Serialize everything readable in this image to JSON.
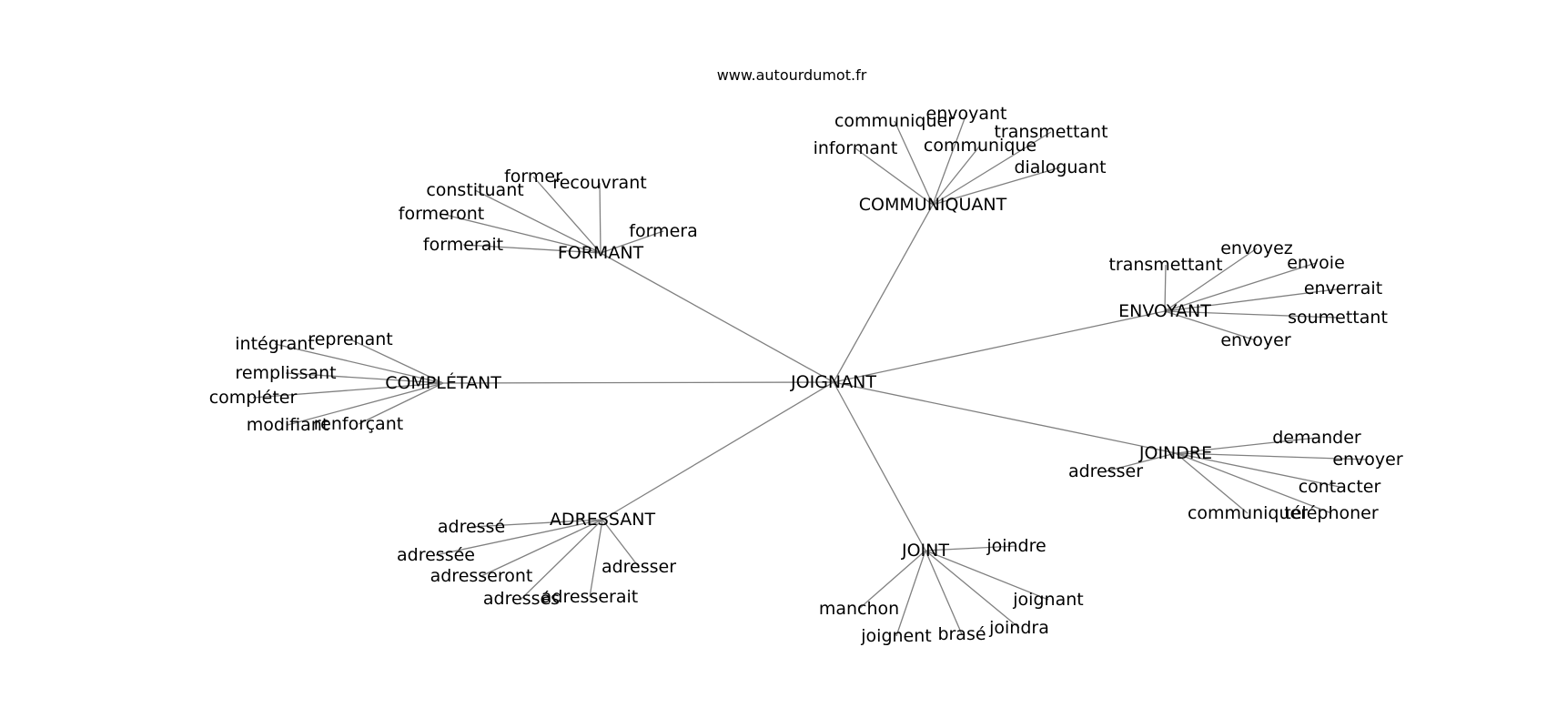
{
  "source": "www.autourdumot.fr",
  "colors": {
    "edge": "#808080",
    "text": "#000000",
    "background": "#ffffff"
  },
  "graph": {
    "center": "JOIGNANT",
    "nodes": [
      {
        "id": "joignant",
        "label": "JOIGNANT"
      },
      {
        "id": "communiquant",
        "label": "COMMUNIQUANT"
      },
      {
        "id": "formant",
        "label": "FORMANT"
      },
      {
        "id": "envoyant",
        "label": "ENVOYANT"
      },
      {
        "id": "completant",
        "label": "COMPLÉTANT"
      },
      {
        "id": "joindre-hub",
        "label": "JOINDRE"
      },
      {
        "id": "adressant",
        "label": "ADRESSANT"
      },
      {
        "id": "joint",
        "label": "JOINT"
      },
      {
        "id": "communiquer",
        "label": "communiquer"
      },
      {
        "id": "envoyant-c",
        "label": "envoyant"
      },
      {
        "id": "transmettant-c",
        "label": "transmettant"
      },
      {
        "id": "informant",
        "label": "informant"
      },
      {
        "id": "communique",
        "label": "communique"
      },
      {
        "id": "dialoguant",
        "label": "dialoguant"
      },
      {
        "id": "former",
        "label": "former"
      },
      {
        "id": "recouvrant",
        "label": "recouvrant"
      },
      {
        "id": "constituant",
        "label": "constituant"
      },
      {
        "id": "formeront",
        "label": "formeront"
      },
      {
        "id": "formera",
        "label": "formera"
      },
      {
        "id": "formerait",
        "label": "formerait"
      },
      {
        "id": "envoyez",
        "label": "envoyez"
      },
      {
        "id": "transmettant-e",
        "label": "transmettant"
      },
      {
        "id": "envoie",
        "label": "envoie"
      },
      {
        "id": "enverrait",
        "label": "enverrait"
      },
      {
        "id": "soumettant",
        "label": "soumettant"
      },
      {
        "id": "envoyer-e",
        "label": "envoyer"
      },
      {
        "id": "integrant",
        "label": "intégrant"
      },
      {
        "id": "reprenant",
        "label": "reprenant"
      },
      {
        "id": "remplissant",
        "label": "remplissant"
      },
      {
        "id": "completer",
        "label": "compléter"
      },
      {
        "id": "modifiant",
        "label": "modifiant"
      },
      {
        "id": "renforcant",
        "label": "renforçant"
      },
      {
        "id": "demander",
        "label": "demander"
      },
      {
        "id": "adresser-j",
        "label": "adresser"
      },
      {
        "id": "envoyer-j",
        "label": "envoyer"
      },
      {
        "id": "contacter",
        "label": "contacter"
      },
      {
        "id": "communiquer-j",
        "label": "communiquer"
      },
      {
        "id": "telephoner",
        "label": "téléphoner"
      },
      {
        "id": "adresse",
        "label": "adressé"
      },
      {
        "id": "adressee",
        "label": "adressée"
      },
      {
        "id": "adresseront",
        "label": "adresseront"
      },
      {
        "id": "adresser-a",
        "label": "adresser"
      },
      {
        "id": "adresses",
        "label": "adressés"
      },
      {
        "id": "adresserait",
        "label": "adresserait"
      },
      {
        "id": "joindre",
        "label": "joindre"
      },
      {
        "id": "manchon",
        "label": "manchon"
      },
      {
        "id": "joignant-leaf",
        "label": "joignant"
      },
      {
        "id": "joignent",
        "label": "joignent"
      },
      {
        "id": "brase",
        "label": "brasé"
      },
      {
        "id": "joindra",
        "label": "joindra"
      }
    ],
    "edges": [
      [
        "joignant",
        "communiquant"
      ],
      [
        "joignant",
        "formant"
      ],
      [
        "joignant",
        "envoyant"
      ],
      [
        "joignant",
        "completant"
      ],
      [
        "joignant",
        "joindre-hub"
      ],
      [
        "joignant",
        "adressant"
      ],
      [
        "joignant",
        "joint"
      ],
      [
        "communiquant",
        "communiquer"
      ],
      [
        "communiquant",
        "envoyant-c"
      ],
      [
        "communiquant",
        "transmettant-c"
      ],
      [
        "communiquant",
        "informant"
      ],
      [
        "communiquant",
        "communique"
      ],
      [
        "communiquant",
        "dialoguant"
      ],
      [
        "formant",
        "former"
      ],
      [
        "formant",
        "recouvrant"
      ],
      [
        "formant",
        "constituant"
      ],
      [
        "formant",
        "formeront"
      ],
      [
        "formant",
        "formera"
      ],
      [
        "formant",
        "formerait"
      ],
      [
        "envoyant",
        "envoyez"
      ],
      [
        "envoyant",
        "transmettant-e"
      ],
      [
        "envoyant",
        "envoie"
      ],
      [
        "envoyant",
        "enverrait"
      ],
      [
        "envoyant",
        "soumettant"
      ],
      [
        "envoyant",
        "envoyer-e"
      ],
      [
        "completant",
        "integrant"
      ],
      [
        "completant",
        "reprenant"
      ],
      [
        "completant",
        "remplissant"
      ],
      [
        "completant",
        "completer"
      ],
      [
        "completant",
        "modifiant"
      ],
      [
        "completant",
        "renforcant"
      ],
      [
        "joindre-hub",
        "demander"
      ],
      [
        "joindre-hub",
        "adresser-j"
      ],
      [
        "joindre-hub",
        "envoyer-j"
      ],
      [
        "joindre-hub",
        "contacter"
      ],
      [
        "joindre-hub",
        "communiquer-j"
      ],
      [
        "joindre-hub",
        "telephoner"
      ],
      [
        "adressant",
        "adresse"
      ],
      [
        "adressant",
        "adressee"
      ],
      [
        "adressant",
        "adresseront"
      ],
      [
        "adressant",
        "adresser-a"
      ],
      [
        "adressant",
        "adresses"
      ],
      [
        "adressant",
        "adresserait"
      ],
      [
        "joint",
        "joindre"
      ],
      [
        "joint",
        "manchon"
      ],
      [
        "joint",
        "joignant-leaf"
      ],
      [
        "joint",
        "joignent"
      ],
      [
        "joint",
        "brase"
      ],
      [
        "joint",
        "joindra"
      ]
    ]
  }
}
